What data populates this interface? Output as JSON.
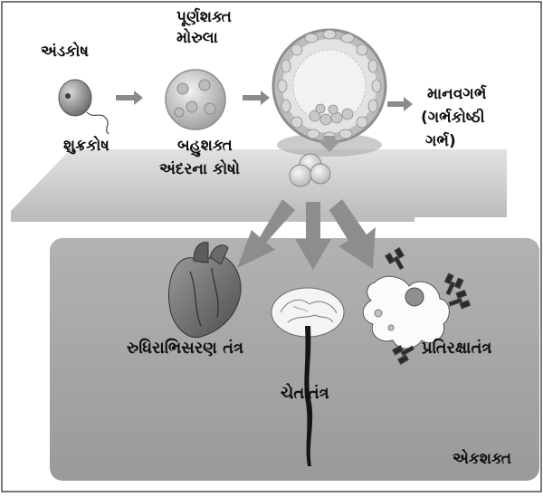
{
  "labels": {
    "egg": "અંડકોષ",
    "sperm": "શુક્રકોષ",
    "morula_line1": "પૂર્ણશક્ત",
    "morula_line2": "મોરુલા",
    "multipotent_line1": "બહુશક્ત",
    "multipotent_line2": "અંદરના કોષો",
    "embryo_line1": "માનવગર્ભ",
    "embryo_line2": "(ગર્ભકોષ્ઠી",
    "embryo_line3": "ગર્ભ)",
    "circulatory": "રુધિરાભિસરણ તંત્ર",
    "nervous": "ચેતાતંત્ર",
    "immune": "પ્રતિરક્ષાતંત્ર",
    "unipotent": "એકશક્ત"
  },
  "colors": {
    "ink": "#111111",
    "platform": "#c9c9c9",
    "lower_box": "#a4a4a4",
    "arrow": "#8a8a8a"
  }
}
